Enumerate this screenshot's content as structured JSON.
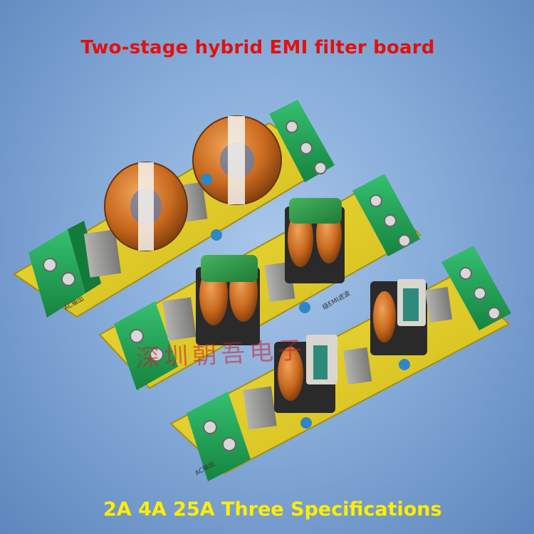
{
  "image": {
    "title": "Two-stage hybrid EMI filter board",
    "subtitle": "2A 4A 25A Three Specifications",
    "watermark": "深圳朝吾电子",
    "board_label_ac": "AC输出",
    "board_label_stage": "级EMI滤波",
    "colors": {
      "title": "#e3100e",
      "subtitle": "#ffee00",
      "pcb": "#e6d21c",
      "terminal": "#22a45a",
      "copper": "#c8691e",
      "capacitor_gray": "#9a9a98",
      "capacitor_blue": "#2c87c8",
      "choke_green": "#2e9a48"
    },
    "boards": [
      {
        "name": "board-25a",
        "choke": "toroid"
      },
      {
        "name": "board-4a",
        "choke": "common-mode"
      },
      {
        "name": "board-2a",
        "choke": "common-mode"
      }
    ]
  }
}
